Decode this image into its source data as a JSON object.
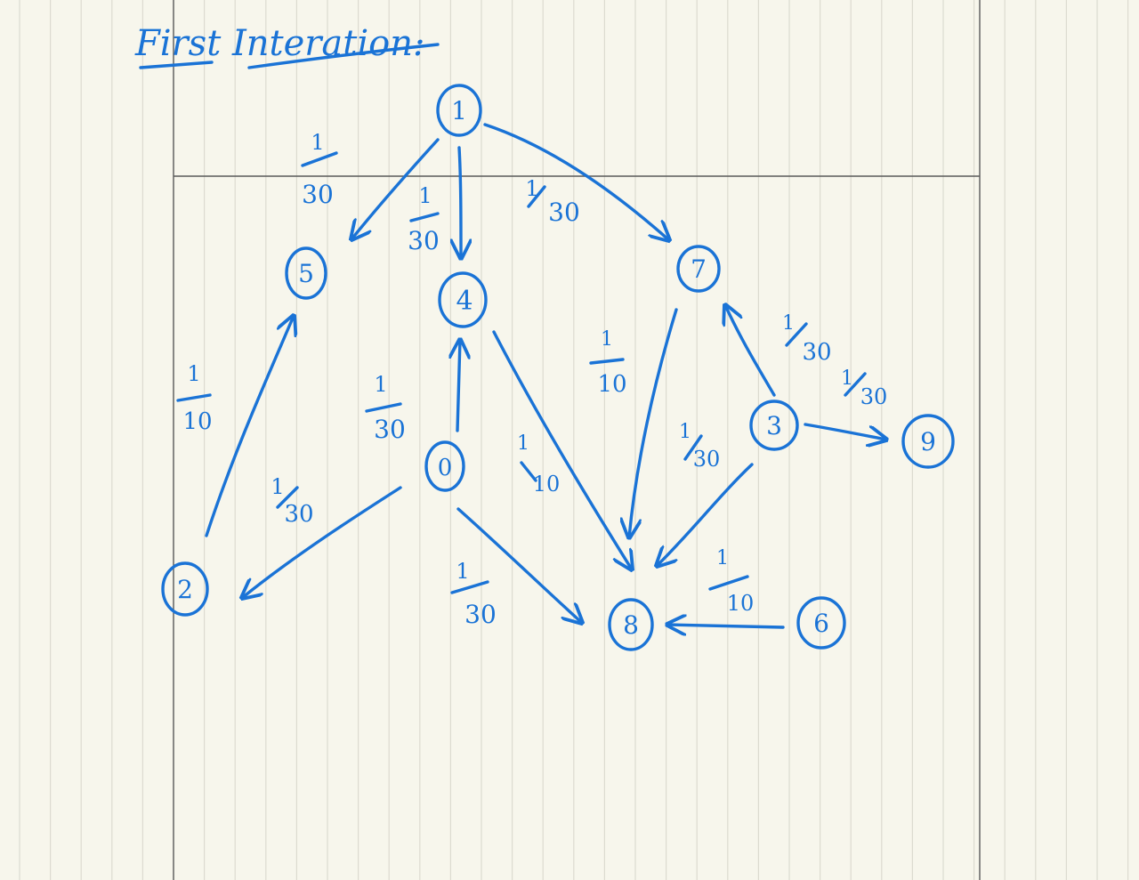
{
  "title": "First Interation:",
  "colors": {
    "ink": "#1a73d6",
    "paper": "#f7f6ec",
    "ruling": "#dcdbd0",
    "frame": "#5a5a5a"
  },
  "nodes": [
    {
      "id": "n1",
      "label": "1"
    },
    {
      "id": "n5",
      "label": "5"
    },
    {
      "id": "n4",
      "label": "4"
    },
    {
      "id": "n7",
      "label": "7"
    },
    {
      "id": "n0",
      "label": "0"
    },
    {
      "id": "n3",
      "label": "3"
    },
    {
      "id": "n9",
      "label": "9"
    },
    {
      "id": "n2",
      "label": "2"
    },
    {
      "id": "n8",
      "label": "8"
    },
    {
      "id": "n6",
      "label": "6"
    }
  ],
  "edges": [
    {
      "from": "1",
      "to": "5",
      "weight": {
        "num": "1",
        "den": "30"
      }
    },
    {
      "from": "1",
      "to": "4",
      "weight": {
        "num": "1",
        "den": "30"
      }
    },
    {
      "from": "1",
      "to": "7",
      "weight": {
        "num": "1",
        "den": "30"
      }
    },
    {
      "from": "2",
      "to": "5",
      "weight": {
        "num": "1",
        "den": "10"
      }
    },
    {
      "from": "0",
      "to": "4",
      "weight": {
        "num": "1",
        "den": "30"
      }
    },
    {
      "from": "0",
      "to": "2",
      "weight": {
        "num": "1",
        "den": "30"
      }
    },
    {
      "from": "0",
      "to": "8",
      "weight": {
        "num": "1",
        "den": "30"
      }
    },
    {
      "from": "4",
      "to": "8",
      "weight": {
        "num": "1",
        "den": "10"
      }
    },
    {
      "from": "7",
      "to": "8",
      "weight": {
        "num": "1",
        "den": "10"
      }
    },
    {
      "from": "3",
      "to": "7",
      "weight": {
        "num": "1",
        "den": "30"
      }
    },
    {
      "from": "3",
      "to": "9",
      "weight": {
        "num": "1",
        "den": "30"
      }
    },
    {
      "from": "3",
      "to": "8",
      "weight": {
        "num": "1",
        "den": "30"
      }
    },
    {
      "from": "6",
      "to": "8",
      "weight": {
        "num": "1",
        "den": "10"
      }
    }
  ]
}
